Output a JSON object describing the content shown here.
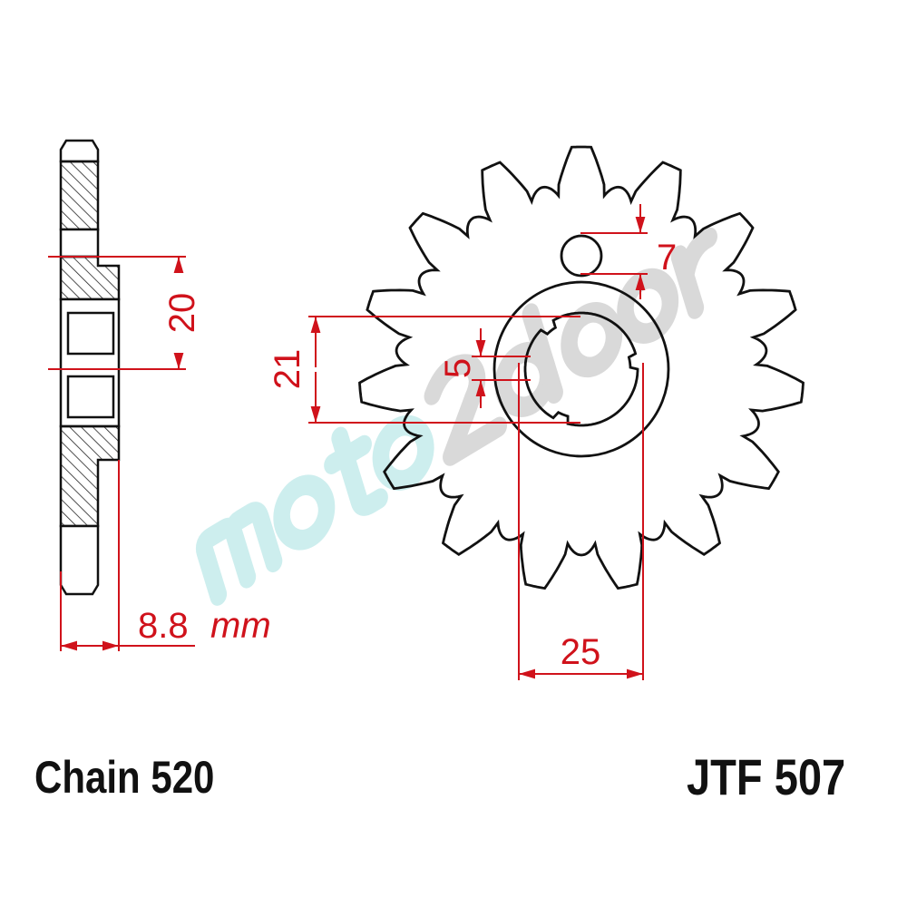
{
  "diagram": {
    "dimensions": {
      "side_bore_offset": "20",
      "thickness": "8.8",
      "thickness_unit": "mm",
      "spline_diameter": "21",
      "spline_width": "5",
      "hole_diameter": "7",
      "hub_diameter": "25"
    },
    "teeth": 15,
    "line_color": "#111111",
    "dimension_color": "#d0121b"
  },
  "labels": {
    "chain": "Chain 520",
    "part_number": "JTF 507"
  },
  "watermark": {
    "part1": "moto",
    "part2": "2door",
    "part1_color": "#cdeeee",
    "part2_color": "#d9d9d9"
  }
}
